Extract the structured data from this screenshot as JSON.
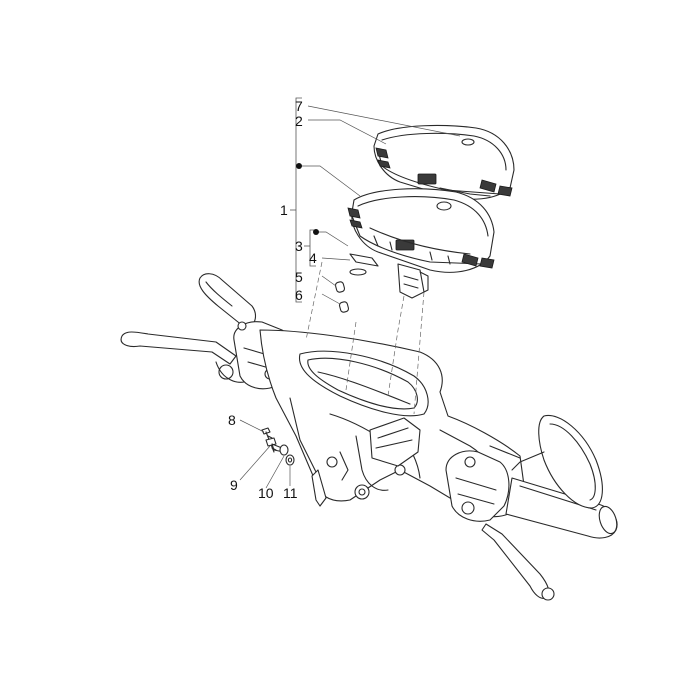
{
  "callouts": {
    "c1": "1",
    "c2": "2",
    "c3": "3",
    "c4": "4",
    "c5": "5",
    "c6": "6",
    "c7": "7",
    "c8": "8",
    "c9": "9",
    "c10": "10",
    "c11": "11"
  },
  "colors": {
    "line": "#2a2a2a",
    "background": "#ffffff"
  }
}
